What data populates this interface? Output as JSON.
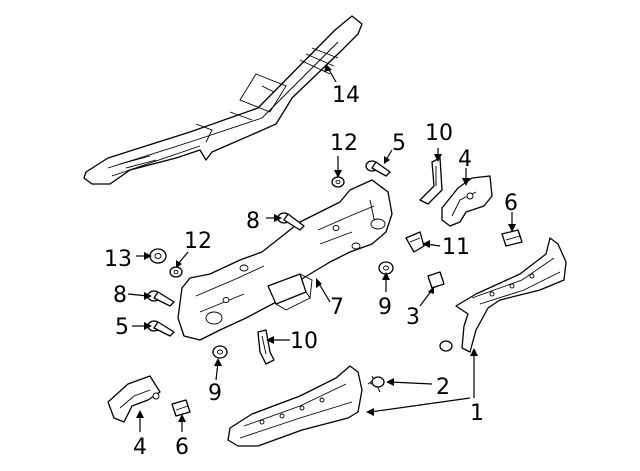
{
  "callouts": {
    "c1": "1",
    "c2": "2",
    "c3": "3",
    "c4a": "4",
    "c4b": "4",
    "c5a": "5",
    "c5b": "5",
    "c6a": "6",
    "c6b": "6",
    "c7": "7",
    "c8a": "8",
    "c8b": "8",
    "c9a": "9",
    "c9b": "9",
    "c10a": "10",
    "c10b": "10",
    "c11": "11",
    "c12a": "12",
    "c12b": "12",
    "c13": "13",
    "c14": "14"
  }
}
